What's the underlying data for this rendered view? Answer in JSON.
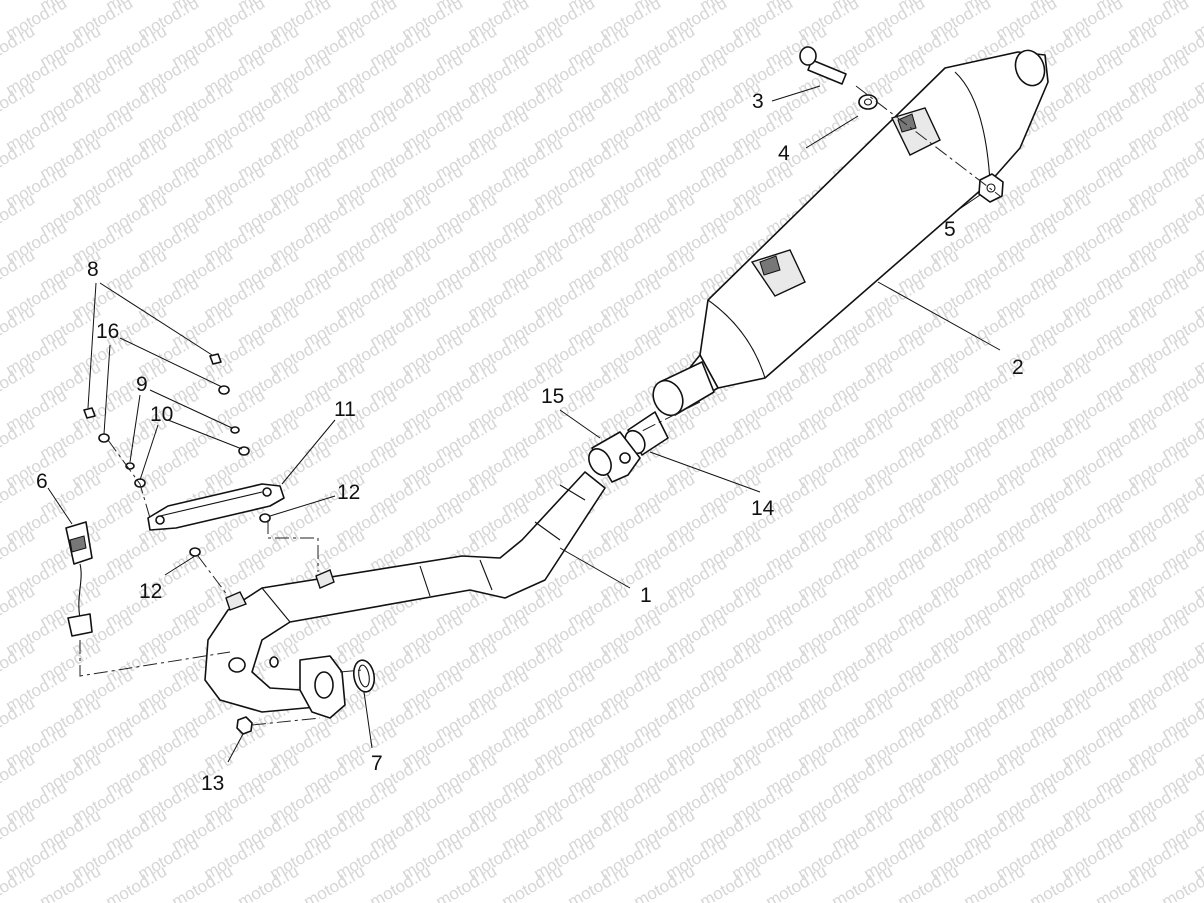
{
  "watermark": "motod.ru",
  "callouts": {
    "c1": "1",
    "c2": "2",
    "c3": "3",
    "c4": "4",
    "c5": "5",
    "c6": "6",
    "c7": "7",
    "c8": "8",
    "c9": "9",
    "c10": "10",
    "c11": "11",
    "c12a": "12",
    "c12b": "12",
    "c13": "13",
    "c14": "14",
    "c15": "15",
    "c16": "16"
  }
}
